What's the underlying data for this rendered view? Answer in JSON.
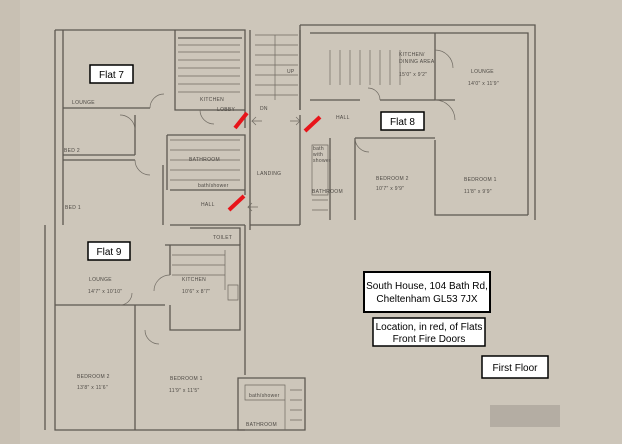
{
  "flats": [
    {
      "label": "Flat 7"
    },
    {
      "label": "Flat 8"
    },
    {
      "label": "Flat 9"
    }
  ],
  "rooms": {
    "flat7": {
      "lounge": "LOUNGE",
      "kitchen": "KITCHEN",
      "lobby": "LOBBY",
      "bed2": "BED 2",
      "bed1": "BED 1",
      "bathroom": "BATHROOM",
      "bath": "bath/shower",
      "hall": "HALL"
    },
    "common": {
      "landing": "LANDING",
      "up": "UP",
      "dn": "DN"
    },
    "flat8": {
      "kitchen": "KITCHEN/",
      "dining": "DINING AREA",
      "kitchen_size": "15'0\" x 9'2\"",
      "lounge": "LOUNGE",
      "lounge_size": "14'0\" x 11'9\"",
      "hall": "HALL",
      "bed2": "BEDROOM 2",
      "bed2_size": "10'7\" x 9'9\"",
      "bed1": "BEDROOM 1",
      "bed1_size": "11'8\" x 9'9\"",
      "bath1": "bath",
      "bath2": "with",
      "bath3": "shower",
      "bathroom": "BATHROOM"
    },
    "flat9": {
      "lounge": "LOUNGE",
      "lounge_size": "14'7\" x 10'10\"",
      "kitchen": "KITCHEN",
      "kitchen_size": "10'6\" x 8'7\"",
      "toilet": "TOILET",
      "bed2": "BEDROOM 2",
      "bed2_size": "13'8\" x 11'6\"",
      "bed1": "BEDROOM 1",
      "bed1_size": "11'9\" x 11'5\"",
      "bath": "bath/shower",
      "bathroom": "BATHROOM"
    }
  },
  "info": {
    "address_line1": "South House, 104 Bath Rd,",
    "address_line2": "Cheltenham GL53 7JX",
    "legend_line1": "Location, in red, of Flats",
    "legend_line2": "Front Fire Doors",
    "floor": "First Floor"
  },
  "colors": {
    "fire_door": "#e8141a",
    "paper": "#c8c0b3"
  }
}
